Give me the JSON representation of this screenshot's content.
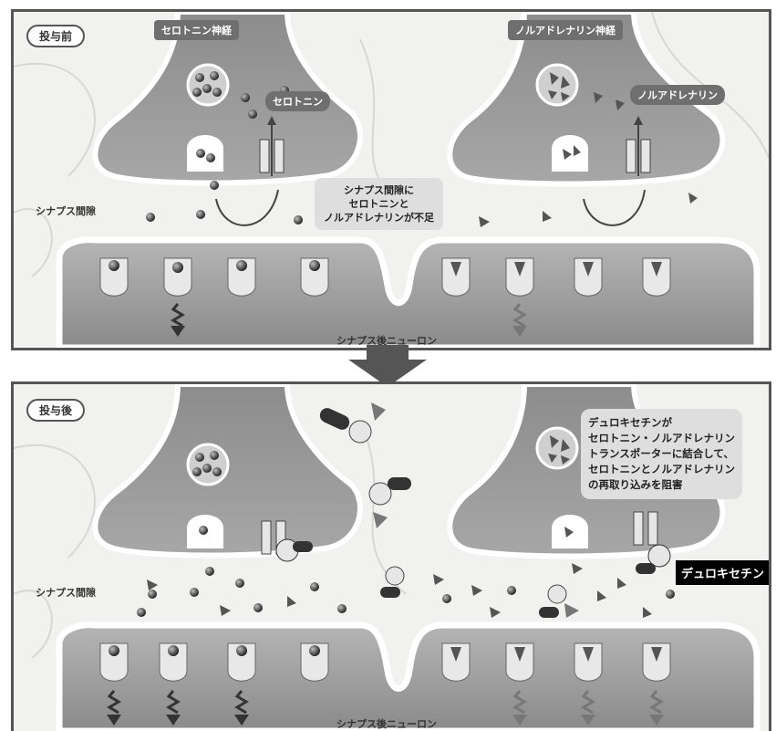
{
  "before": {
    "stage_label": "投与前",
    "serotonin_nerve": "セロトニン神経",
    "noradrenaline_nerve": "ノルアドレナリン神経",
    "serotonin": "セロトニン",
    "noradrenaline": "ノルアドレナリン",
    "synaptic_cleft": "シナプス間隙",
    "deficiency_note": [
      "シナプス間隙に",
      "セロトニンと",
      "ノルアドレナリンが不足"
    ],
    "postsynaptic_neuron": "シナプス後ニューロン"
  },
  "after": {
    "stage_label": "投与後",
    "synaptic_cleft": "シナプス間隙",
    "mechanism_note": [
      "デュロキセチンが",
      "セロトニン・ノルアドレナリン",
      "トランスポーターに結合して、",
      "セロトニンとノルアドレナリン",
      "の再取り込みを阻害"
    ],
    "drug_name": "デュロキセチン",
    "postsynaptic_neuron": "シナプス後ニューロン"
  }
}
